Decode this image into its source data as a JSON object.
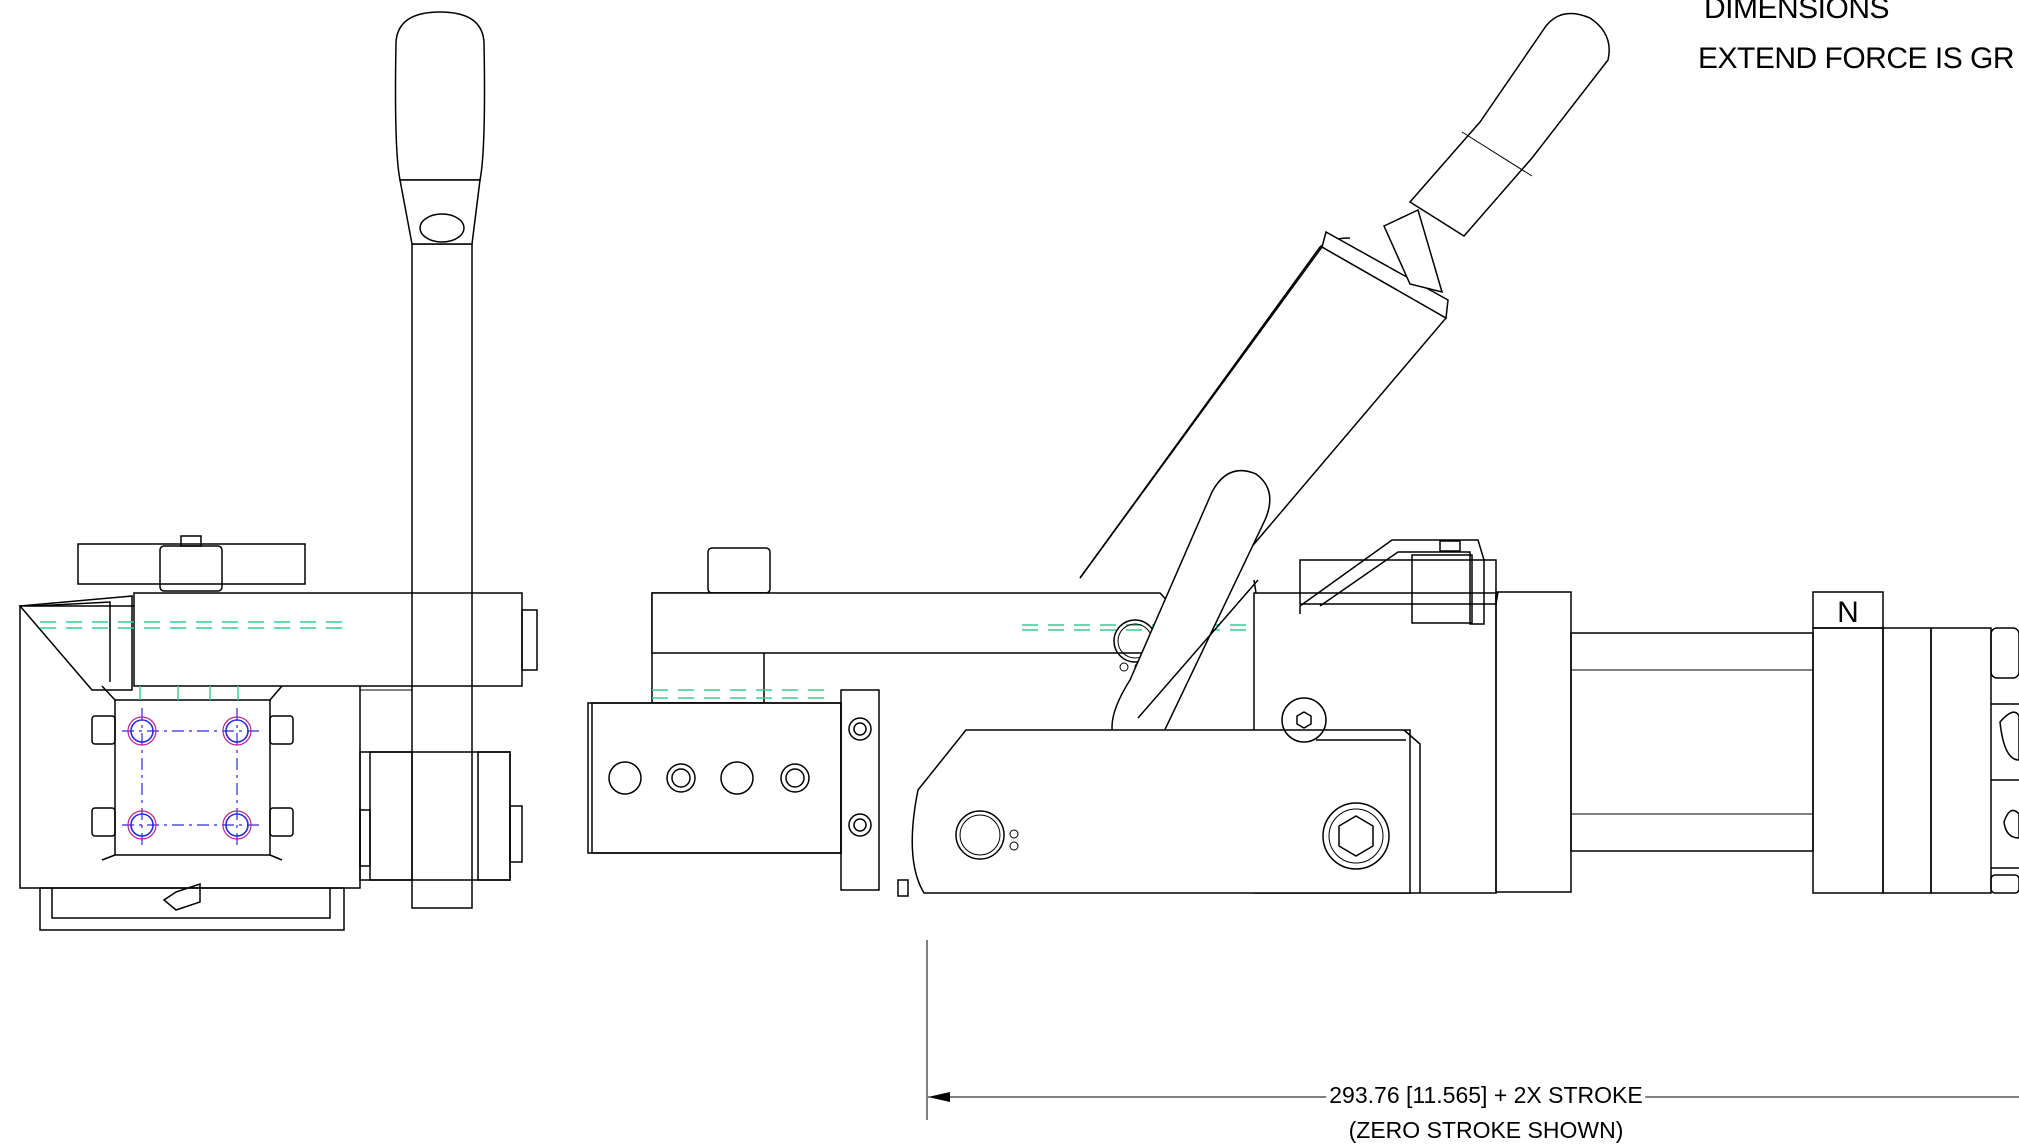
{
  "notes": {
    "line1": "DIMENSIONS",
    "line2": "EXTEND FORCE IS GR"
  },
  "dimension": {
    "label": "293.76 [11.565] + 2X STROKE",
    "sublabel": "(ZERO STROKE SHOWN)"
  },
  "cylinder_marking": "N",
  "colors": {
    "line": "#000000",
    "hidden_line": "#2fd08f",
    "centerline": "#2a2ae0",
    "hole_outline": "#c0208c"
  }
}
